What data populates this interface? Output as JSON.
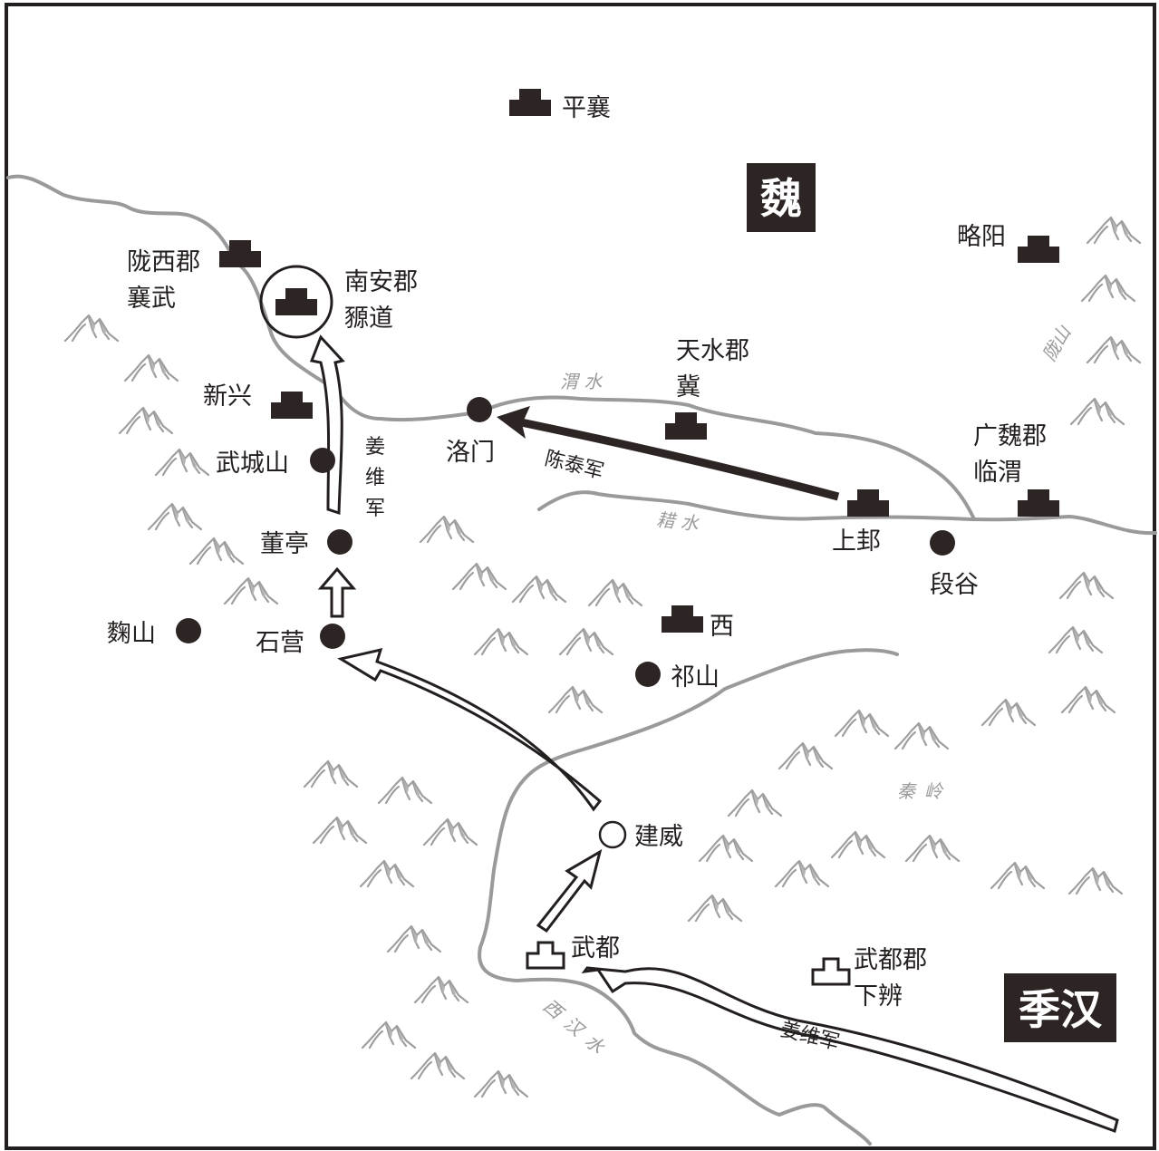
{
  "map": {
    "title": "",
    "states": {
      "wei": {
        "label": "魏"
      },
      "shu": {
        "label": "季汉"
      }
    },
    "cities_major": [
      {
        "id": "pingxiang",
        "label": "平襄"
      },
      {
        "id": "lueyang",
        "label": "略阳"
      },
      {
        "id": "longxi_line1",
        "label": "陇西郡"
      },
      {
        "id": "longxi_line2",
        "label": "襄武"
      },
      {
        "id": "nanan_line1",
        "label": "南安郡"
      },
      {
        "id": "nanan_line2",
        "label": "豲道"
      },
      {
        "id": "xinxing",
        "label": "新兴"
      },
      {
        "id": "tianshui_line1",
        "label": "天水郡"
      },
      {
        "id": "tianshui_line2",
        "label": "冀"
      },
      {
        "id": "guangwei_line1",
        "label": "广魏郡"
      },
      {
        "id": "guangwei_line2",
        "label": "临渭"
      },
      {
        "id": "shanggui",
        "label": "上邽"
      },
      {
        "id": "xi",
        "label": "西"
      }
    ],
    "cities_shu": [
      {
        "id": "wudu",
        "label": "武都"
      },
      {
        "id": "wuduj_line1",
        "label": "武都郡"
      },
      {
        "id": "wuduj_line2",
        "label": "下辨"
      }
    ],
    "places": [
      {
        "id": "wuchengshan",
        "label": "武城山"
      },
      {
        "id": "dongting",
        "label": "董亭"
      },
      {
        "id": "shiying",
        "label": "石营"
      },
      {
        "id": "qushan",
        "label": "麴山"
      },
      {
        "id": "luomen",
        "label": "洛门"
      },
      {
        "id": "duangu",
        "label": "段谷"
      },
      {
        "id": "qishan",
        "label": "祁山"
      },
      {
        "id": "jianwei",
        "label": "建威"
      }
    ],
    "rivers": [
      {
        "id": "weishui",
        "label": "渭 水"
      },
      {
        "id": "jishui",
        "label": "耤 水"
      },
      {
        "id": "xihanshui",
        "label": "西汉水"
      }
    ],
    "mountains": [
      {
        "id": "longshan",
        "label": "陇山"
      },
      {
        "id": "qinling",
        "label": "秦岭"
      }
    ],
    "armies": [
      {
        "id": "jiangwei_south",
        "label": "姜维军",
        "style": "hollow-arrow"
      },
      {
        "id": "jiangwei_north",
        "label_chars": [
          "姜",
          "维",
          "军"
        ],
        "style": "hollow-arrow"
      },
      {
        "id": "chentai",
        "label": "陈泰军",
        "style": "solid-arrow"
      }
    ],
    "colors": {
      "ink": "#2d2523",
      "river": "#9a9a9a",
      "mountain": "#9e9e9e",
      "background": "#ffffff"
    }
  }
}
